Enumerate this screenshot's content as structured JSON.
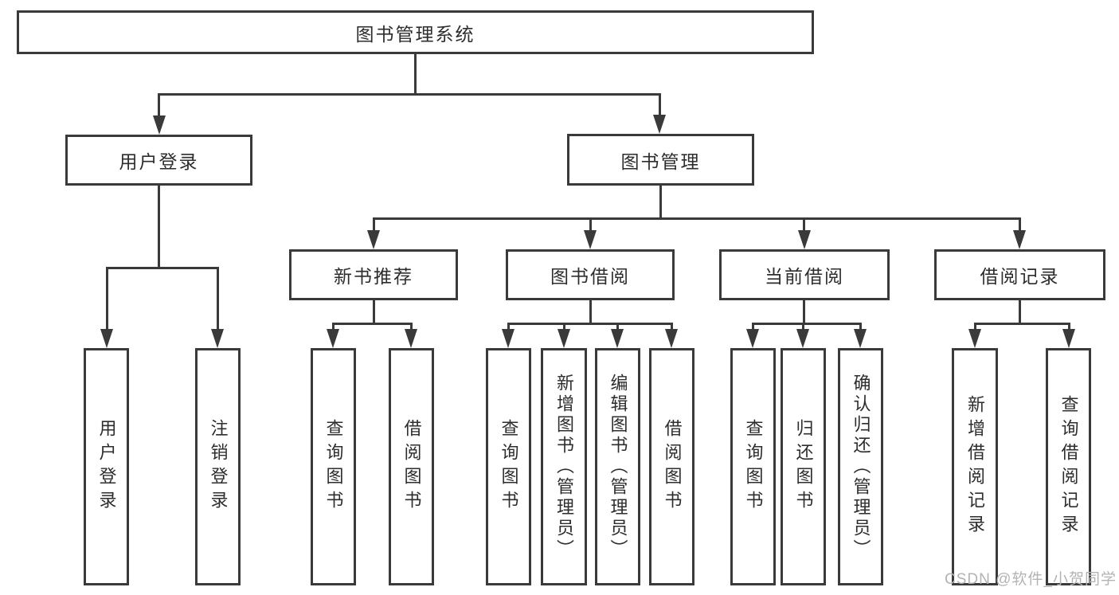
{
  "diagram": {
    "title": "图书管理系统",
    "level2": [
      {
        "label": "用户登录"
      },
      {
        "label": "图书管理"
      }
    ],
    "level3": [
      {
        "label": "新书推荐"
      },
      {
        "label": "图书借阅"
      },
      {
        "label": "当前借阅"
      },
      {
        "label": "借阅记录"
      }
    ],
    "leaves": [
      {
        "label": "用户登录"
      },
      {
        "label": "注销登录"
      },
      {
        "label": "查询图书"
      },
      {
        "label": "借阅图书"
      },
      {
        "label": "查询图书"
      },
      {
        "label": "新增图书（管理员）"
      },
      {
        "label": "编辑图书（管理员）"
      },
      {
        "label": "借阅图书"
      },
      {
        "label": "查询图书"
      },
      {
        "label": "归还图书"
      },
      {
        "label": "确认归还（管理员）"
      },
      {
        "label": "新增借阅记录"
      },
      {
        "label": "查询借阅记录"
      }
    ],
    "colors": {
      "line": "#3a3a3a",
      "text": "#2d2d2d",
      "watermark": "#b3b3b3"
    }
  },
  "watermark": {
    "text": "CSDN @软件_小贺同学"
  }
}
